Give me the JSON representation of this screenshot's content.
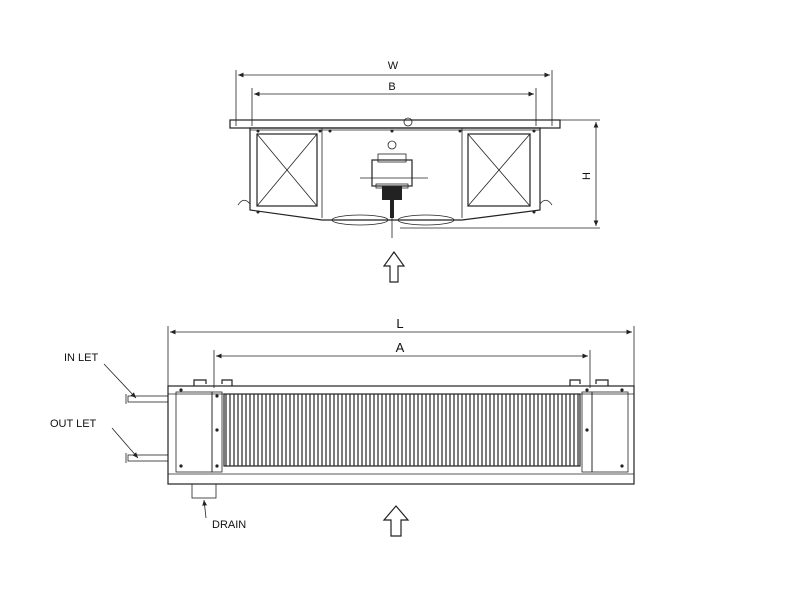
{
  "top_view": {
    "dim_w": "W",
    "dim_b": "B",
    "dim_h": "H"
  },
  "side_view": {
    "dim_l": "L",
    "dim_a": "A",
    "inlet_label": "IN LET",
    "outlet_label": "OUT LET",
    "drain_label": "DRAIN"
  },
  "colors": {
    "line": "#222222",
    "background": "#ffffff"
  },
  "icons": [
    "airflow-arrow-icon",
    "airflow-arrow-icon"
  ]
}
